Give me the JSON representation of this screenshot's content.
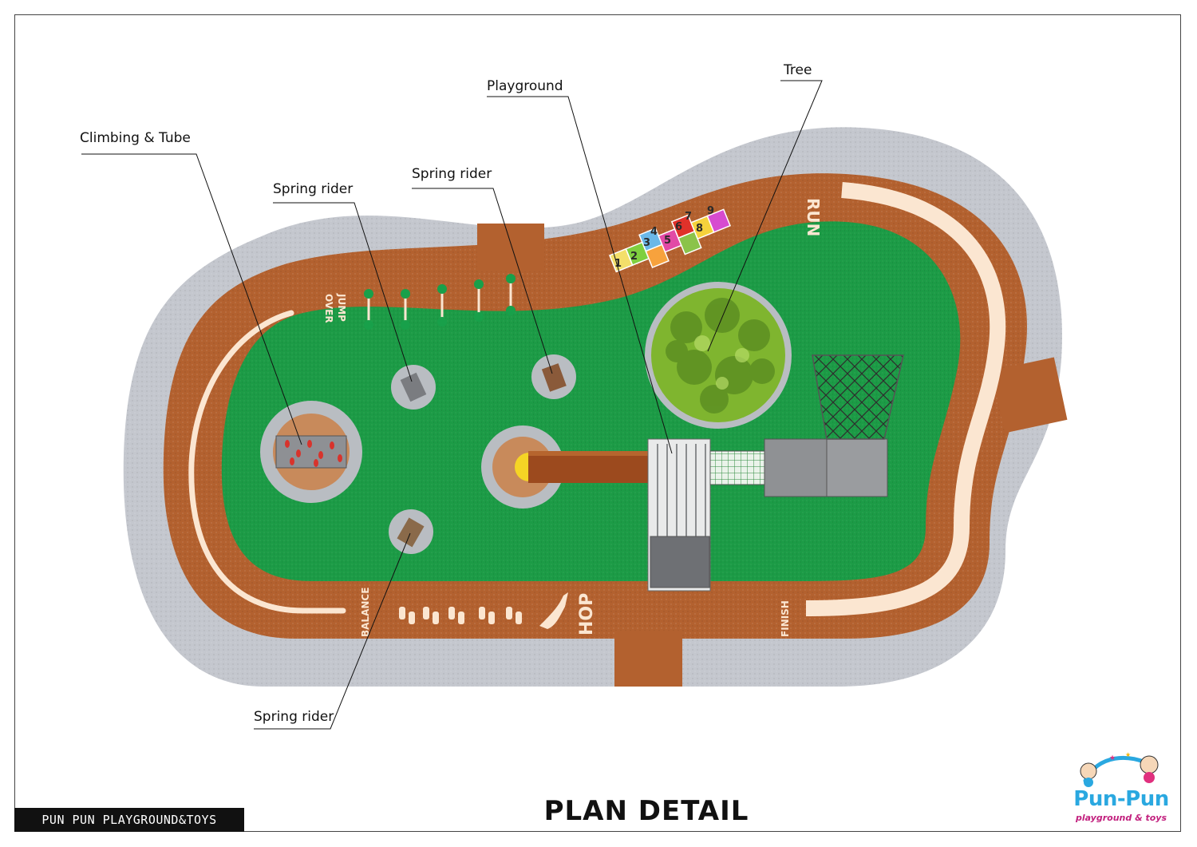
{
  "callouts": {
    "climbing_tube": "Climbing & Tube",
    "spring_rider_left": "Spring rider",
    "spring_rider_mid": "Spring rider",
    "spring_rider_bottom": "Spring rider",
    "playground": "Playground",
    "tree": "Tree"
  },
  "track_labels": {
    "run": "RUN",
    "jump_over": "JUMP",
    "jump_over_2": "OVER",
    "balance": "BALANCE",
    "hop": "HOP",
    "finish": "FINISH"
  },
  "hopscotch": [
    "1",
    "2",
    "3",
    "4",
    "5",
    "6",
    "7",
    "8",
    "9"
  ],
  "footer": {
    "company": "PUN PUN PLAYGROUND&TOYS",
    "title": "PLAN DETAIL"
  },
  "logo": {
    "name": "Pun-Pun",
    "tagline": "playground & toys"
  },
  "colors": {
    "paving": "#c5c8cf",
    "track": "#b3612f",
    "lane_line": "#fbe6d1",
    "grass": "#1c9b46",
    "pad": "#b8bcc1",
    "slide": "#9c4a1e",
    "tree": "#79b42e"
  }
}
